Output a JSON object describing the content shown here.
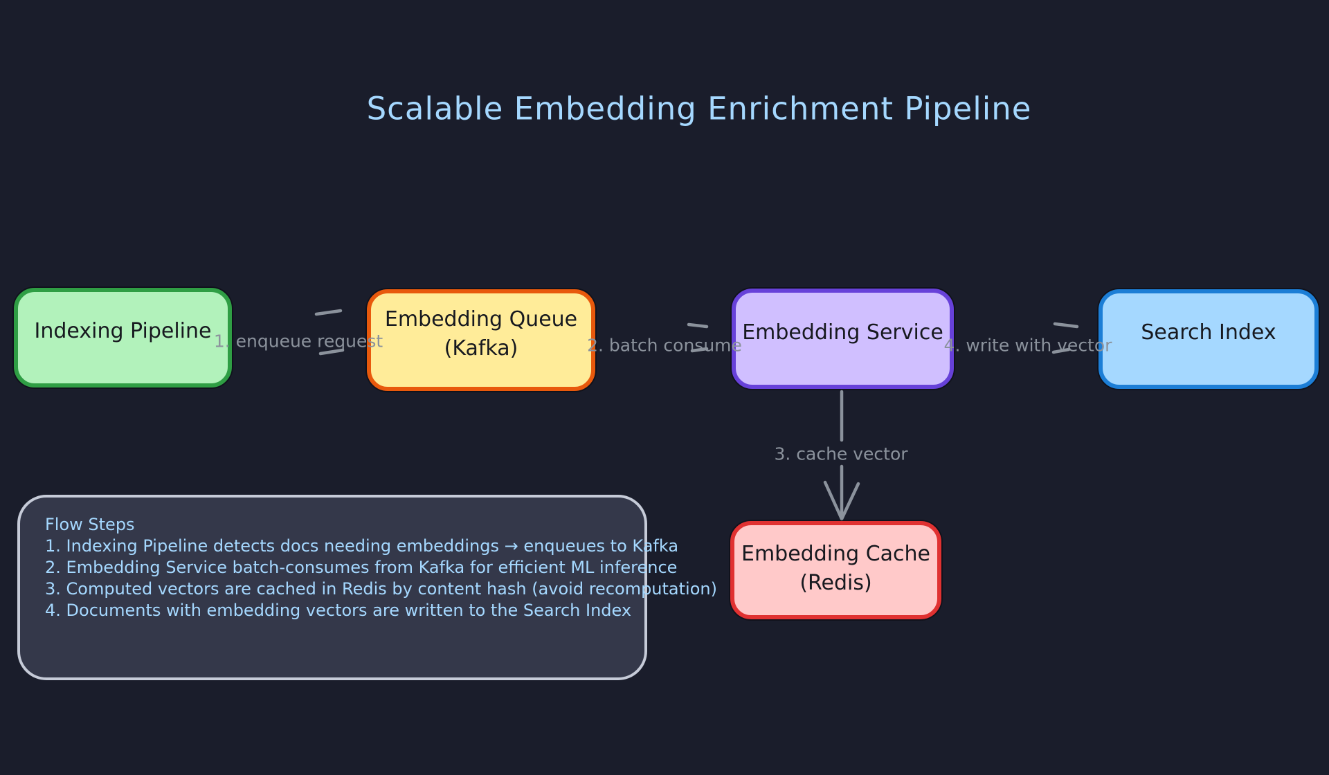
{
  "title": "Scalable Embedding Enrichment Pipeline",
  "nodes": [
    {
      "id": "indexing-pipeline",
      "label": "Indexing Pipeline"
    },
    {
      "id": "embedding-queue",
      "label": "Embedding Queue",
      "sublabel": "(Kafka)"
    },
    {
      "id": "embedding-service",
      "label": "Embedding Service"
    },
    {
      "id": "search-index",
      "label": "Search Index"
    },
    {
      "id": "embedding-cache",
      "label": "Embedding Cache",
      "sublabel": "(Redis)"
    }
  ],
  "edges": [
    {
      "from": "indexing-pipeline",
      "to": "embedding-queue",
      "label": "1. enqueue request"
    },
    {
      "from": "embedding-queue",
      "to": "embedding-service",
      "label": "2. batch consume"
    },
    {
      "from": "embedding-service",
      "to": "embedding-cache",
      "label": "3. cache vector"
    },
    {
      "from": "embedding-service",
      "to": "search-index",
      "label": "4. write with vector"
    }
  ],
  "notes": {
    "heading": "Flow Steps",
    "lines": [
      "1. Indexing Pipeline detects docs needing embeddings → enqueues to Kafka",
      "2. Embedding Service batch-consumes from Kafka for efficient ML inference",
      "3. Computed vectors are cached in Redis by content hash (avoid recomputation)",
      "4. Documents with embedding vectors are written to the Search Index"
    ]
  },
  "colors": {
    "background": "#1a1d2b",
    "title_text": "#a5d8ff",
    "node_text": "#17191f",
    "edge": "#8b929c",
    "notes_text": "#a5d8ff",
    "notes_fill": "#34384a",
    "notes_border": "#c6cbd8",
    "green_fill": "#b2f2bb",
    "green_border": "#2f9e44",
    "yellow_fill": "#ffec99",
    "yellow_border": "#e8590c",
    "purple_fill": "#d0bfff",
    "purple_border": "#6741d9",
    "blue_fill": "#a5d8ff",
    "blue_border": "#1c7ed6",
    "red_fill": "#ffc9c9",
    "red_border": "#e03131"
  }
}
